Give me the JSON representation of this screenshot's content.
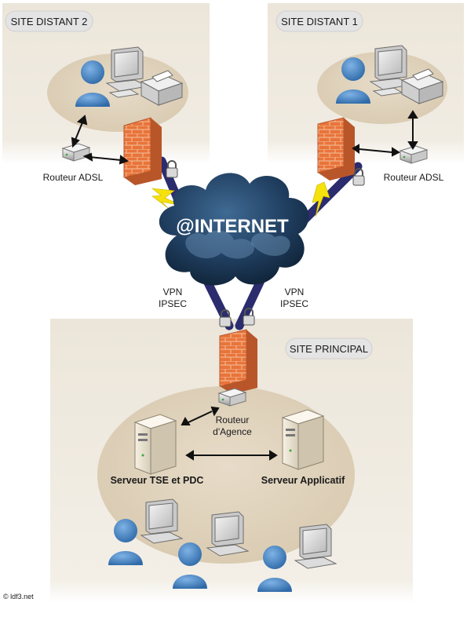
{
  "sites": {
    "remote2": {
      "title": "SITE DISTANT 2",
      "router": "Routeur ADSL"
    },
    "remote1": {
      "title": "SITE DISTANT 1",
      "router": "Routeur ADSL"
    },
    "main": {
      "title": "SITE PRINCIPAL",
      "router_line1": "Routeur",
      "router_line2": "d'Agence",
      "server_tse": "Serveur TSE et PDC",
      "server_app": "Serveur Applicatif"
    }
  },
  "internet": {
    "label": "@INTERNET"
  },
  "vpn_left": {
    "line1": "VPN",
    "line2": "IPSEC"
  },
  "vpn_right": {
    "line1": "VPN",
    "line2": "IPSEC"
  },
  "watermark": "© ldf3.net",
  "colors": {
    "panel": "#efe9dd",
    "ellipse": "#e3d8c4",
    "tunnel": "#2b2c6e",
    "firewall": "#e8743a",
    "cloud": "#1c3550",
    "user": "#4a86c8",
    "lightning": "#f5e10c"
  }
}
